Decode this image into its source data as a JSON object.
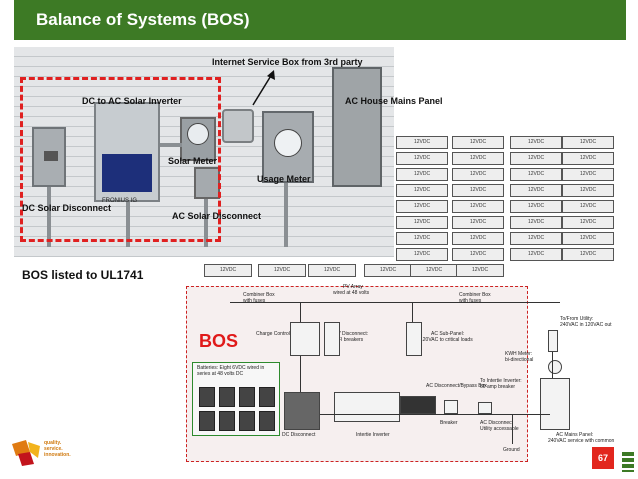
{
  "header": {
    "title": "Balance of Systems (BOS)"
  },
  "photo_labels": {
    "internet_box": "Internet Service Box from 3rd party",
    "inverter": "DC to AC Solar Inverter",
    "mains_panel": "AC House Mains Panel",
    "solar_meter": "Solar Meter",
    "usage_meter": "Usage Meter",
    "dc_disconnect": "DC Solar Disconnect",
    "ac_disconnect": "AC Solar Disconnect"
  },
  "bos_listed": "BOS listed to UL1741",
  "bos_label": "BOS",
  "battery_label": "12VDC",
  "schematic": {
    "pv_array": "PV Array",
    "pv_array_sub": "wired at 48 volts",
    "combiner_left": "Combiner Box",
    "combiner_left_sub": "with fuses",
    "combiner_right": "Combiner Box",
    "combiner_right_sub": "with fuses",
    "charge_controllers": "Charge Controllers",
    "pv_disconnect": "PV Disconnect:",
    "pv_disconnect_sub": "GFI breakers",
    "ac_subpanel": "AC Sub-Panel:",
    "ac_subpanel_sub": "120VAC to critical loads",
    "kwh_meter": "KWH Meter:",
    "kwh_meter_sub": "bi-directional",
    "to_from_utility": "To/From Utility:",
    "to_from_utility_sub": "240VAC in 120VAC out",
    "batteries": "Batteries: Eight 6VDC wired in series at 48 volts DC",
    "ac_bypass": "AC Disconnect/Bypass Box",
    "intertie_inverter_right": "To Intertie Inverter:",
    "intertie_inverter_right_sub": "60 amp breaker",
    "dc_disconnect": "DC Disconnect",
    "intertie_inverter": "Intertie Inverter",
    "breaker": "Breaker",
    "ac_disconnect": "AC Disconnect",
    "ac_disconnect_sub": "Utility accessable",
    "ground": "Ground",
    "ac_mains": "AC Mains Panel:",
    "ac_mains_sub": "240VAC service with common"
  },
  "logo_text": [
    "quality.",
    "service.",
    "innovation."
  ],
  "page_number": "67",
  "colors": {
    "header": "#3d7a25",
    "accent_red": "#e2261d",
    "bos_red": "#e01a1a"
  }
}
